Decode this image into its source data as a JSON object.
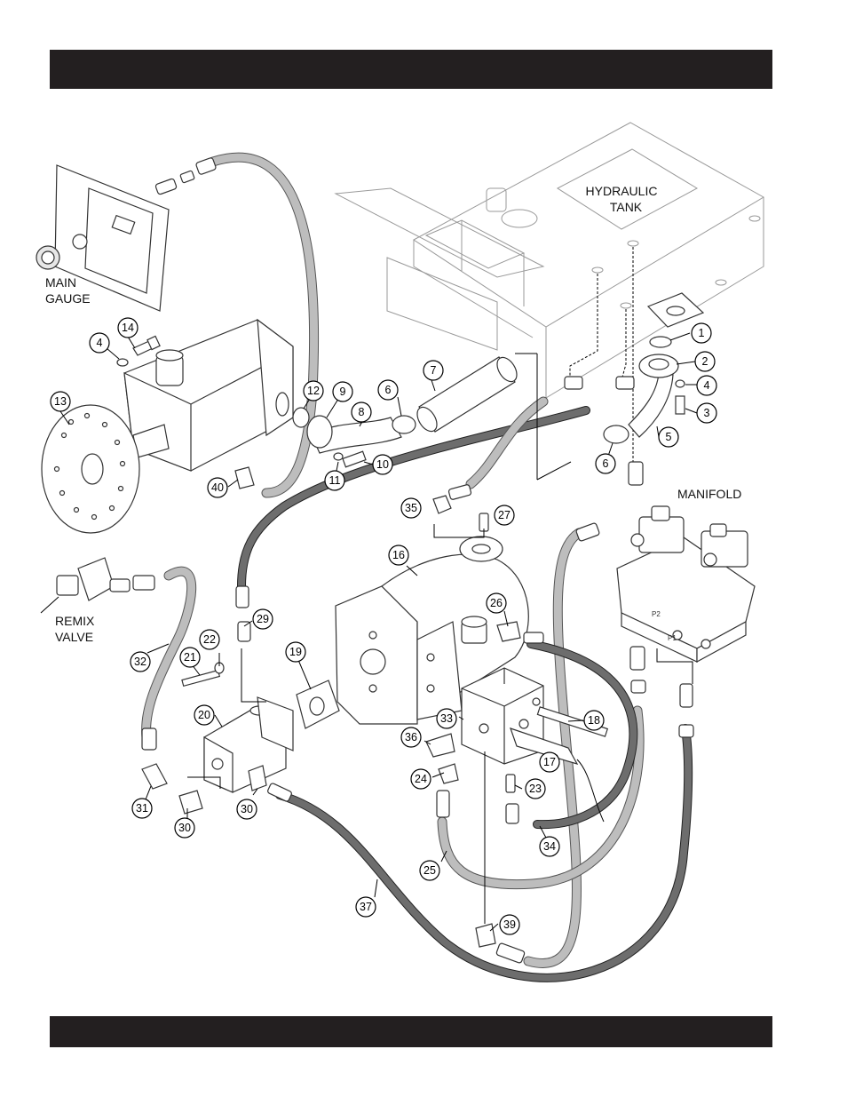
{
  "labels": {
    "hydraulic_tank": [
      "HYDRAULIC",
      "TANK"
    ],
    "main_gauge": [
      "MAIN",
      "GAUGE"
    ],
    "manifold": "MANIFOLD",
    "remix_valve": [
      "REMIX",
      "VALVE"
    ],
    "manifold_port_p2": "P2",
    "manifold_port_p1": "P1"
  },
  "callouts": [
    "1",
    "2",
    "3",
    "4",
    "4",
    "5",
    "6",
    "6",
    "7",
    "8",
    "9",
    "10",
    "11",
    "12",
    "13",
    "14",
    "16",
    "17",
    "18",
    "19",
    "20",
    "21",
    "22",
    "23",
    "24",
    "25",
    "26",
    "27",
    "29",
    "30",
    "30",
    "31",
    "32",
    "33",
    "34",
    "35",
    "36",
    "37",
    "39",
    "40"
  ],
  "colors": {
    "header_bar": "#231f20",
    "footer_bar": "#231f20",
    "hose_light": "#bdbdbd",
    "hose_dark": "#6d6d6d",
    "tank_outline": "#9a9a9a"
  }
}
